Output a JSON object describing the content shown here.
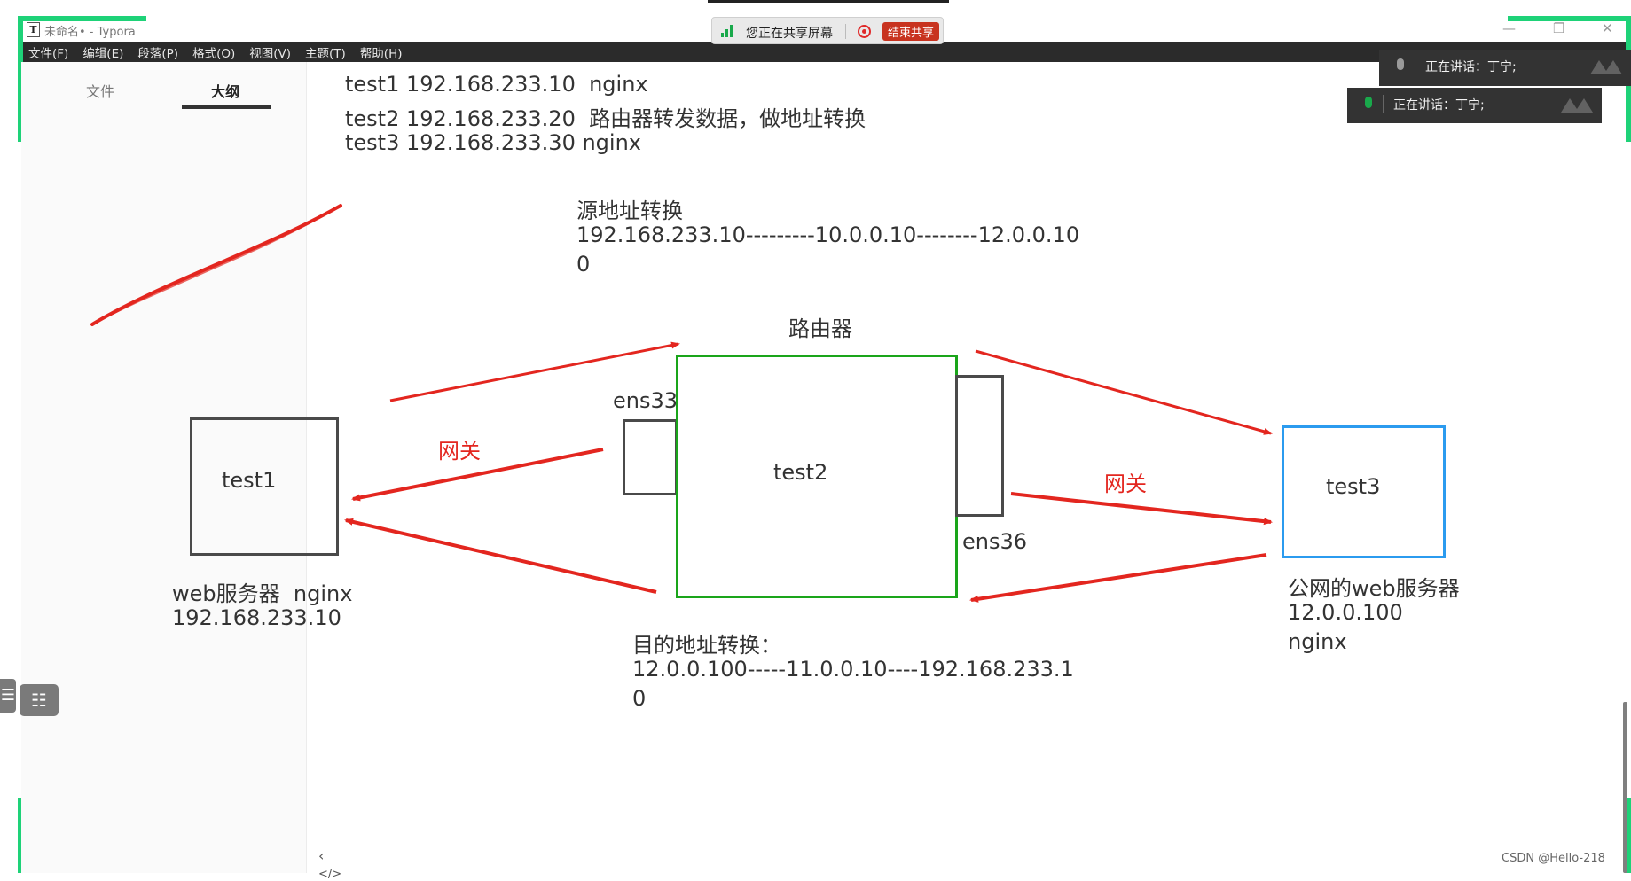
{
  "window": {
    "title": "未命名• - Typora",
    "app_icon": "T",
    "controls": {
      "minimize": "—",
      "maximize": "❐",
      "close": "✕"
    }
  },
  "menu": [
    "文件(F)",
    "编辑(E)",
    "段落(P)",
    "格式(O)",
    "视图(V)",
    "主题(T)",
    "帮助(H)"
  ],
  "share_bar": {
    "status": "您正在共享屏幕",
    "end_label": "结束共享",
    "icon": "signal-bars-icon"
  },
  "sidebar": {
    "tabs": [
      {
        "label": "文件"
      },
      {
        "label": "大纲"
      }
    ],
    "active_tab": "大纲",
    "bottom_icons": [
      "chevron-left-icon",
      "code-icon"
    ]
  },
  "speaking": [
    {
      "text": "正在讲话：丁宁;"
    },
    {
      "text": "正在讲话：丁宁;"
    }
  ],
  "document": {
    "lines": [
      "test1 192.168.233.10  nginx",
      "test2 192.168.233.20  路由器转发数据，做地址转换",
      "test3 192.168.233.30 nginx"
    ]
  },
  "diagram": {
    "snat": {
      "title": "源地址转换",
      "line1": "192.168.233.10---------10.0.0.10--------12.0.0.10",
      "line2": "0"
    },
    "router_title": "路由器",
    "iface_left": "ens33",
    "iface_right": "ens36",
    "gateway_left": "网关",
    "gateway_right": "网关",
    "test1": {
      "label": "test1",
      "desc1": "web服务器  nginx",
      "desc2": "192.168.233.10"
    },
    "test2": {
      "label": "test2"
    },
    "test3": {
      "label": "test3",
      "desc1": "公网的web服务器",
      "desc2": "12.0.0.100",
      "desc3": "nginx"
    },
    "dnat": {
      "title": "目的地址转换：",
      "line1": "12.0.0.100-----11.0.0.10----192.168.233.1",
      "line2": "0"
    },
    "colors": {
      "arrow": "#e3261f",
      "router_border": "#1aa51a",
      "test3_border": "#2b9bef",
      "test1_border": "#4a4a4a"
    }
  },
  "watermark": "CSDN @Hello-218"
}
